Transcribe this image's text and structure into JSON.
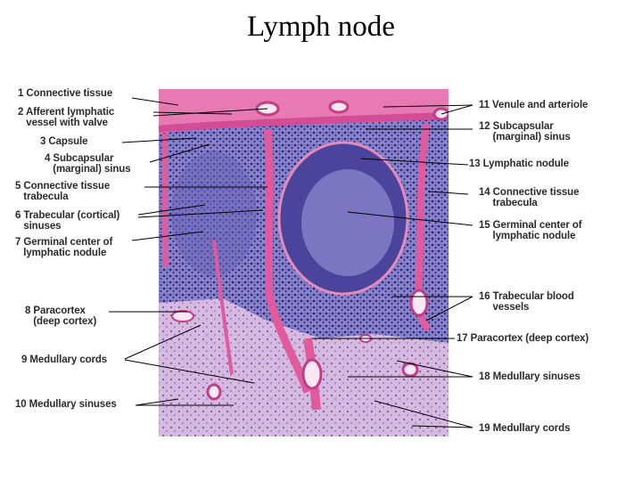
{
  "title": "Lymph node",
  "labels_left": [
    {
      "id": "1",
      "text": "1 Connective tissue"
    },
    {
      "id": "2",
      "text": "2 Afferent lymphatic\n   vessel with valve"
    },
    {
      "id": "3",
      "text": "3 Capsule"
    },
    {
      "id": "4",
      "text": "4 Subcapsular\n   (marginal) sinus"
    },
    {
      "id": "5",
      "text": "5 Connective tissue\n   trabecula"
    },
    {
      "id": "6",
      "text": "6 Trabecular (cortical)\n   sinuses"
    },
    {
      "id": "7",
      "text": "7 Germinal center of\n   lymphatic nodule"
    },
    {
      "id": "8",
      "text": "8 Paracortex\n   (deep cortex)"
    },
    {
      "id": "9",
      "text": "9 Medullary cords"
    },
    {
      "id": "10",
      "text": "10 Medullary sinuses"
    }
  ],
  "labels_right": [
    {
      "id": "11",
      "text": "11 Venule and arteriole"
    },
    {
      "id": "12",
      "text": "12 Subcapsular\n     (marginal) sinus"
    },
    {
      "id": "13",
      "text": "13 Lymphatic nodule"
    },
    {
      "id": "14",
      "text": "14 Connective tissue\n     trabecula"
    },
    {
      "id": "15",
      "text": "15 Germinal center of\n     lymphatic nodule"
    },
    {
      "id": "16",
      "text": "16 Trabecular blood\n     vessels"
    },
    {
      "id": "17",
      "text": "17 Paracortex (deep cortex)"
    },
    {
      "id": "18",
      "text": "18 Medullary sinuses"
    },
    {
      "id": "19",
      "text": "19 Medullary cords"
    }
  ]
}
